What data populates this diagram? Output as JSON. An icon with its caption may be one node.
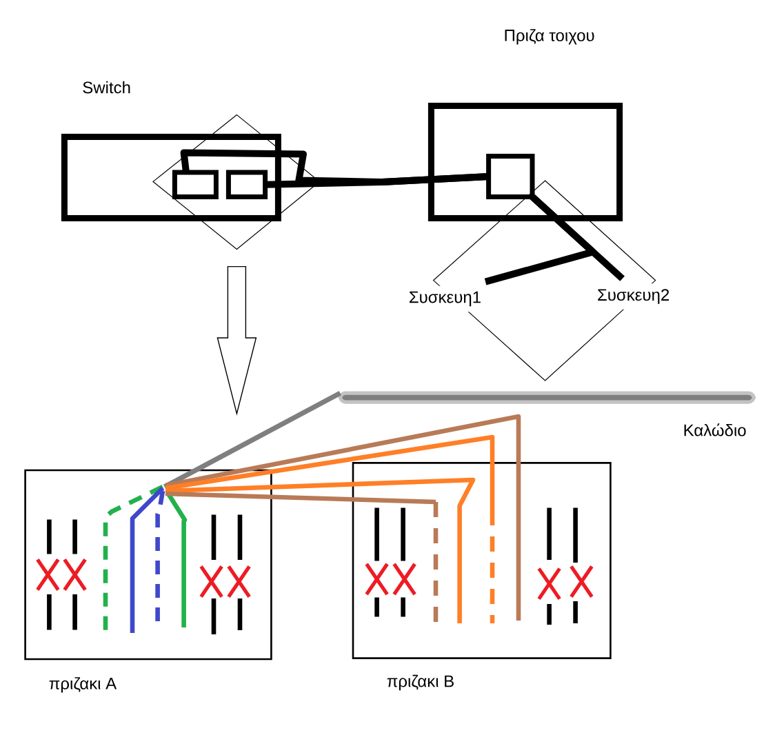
{
  "diagram": {
    "nodes": [
      {
        "text": [
          "Switch"
        ]
      },
      {
        "text": [],
        "shape": "box",
        "in": 0
      },
      {
        "text": [],
        "shape": "box",
        "in": 0
      },
      {
        "text": [
          "Πριζα τοιχου"
        ]
      },
      {
        "text": [],
        "shape": "box",
        "in": 3
      },
      {
        "text": [
          "Συσκευη1"
        ]
      },
      {
        "text": [
          "Συσκευη2"
        ]
      },
      {
        "text": [
          "Καλώδιο"
        ]
      },
      {
        "text": [
          "πριζακι A"
        ]
      },
      {
        "text": [
          "πριζακι B"
        ]
      }
    ],
    "edges": [
      {
        "from": 1,
        "to": 4,
        "arrow": "none"
      },
      {
        "from": 2,
        "to": 4,
        "arrow": "none"
      },
      {
        "from": 4,
        "to": 6,
        "arrow": "none"
      },
      {
        "from": 4,
        "to": 5,
        "arrow": "none"
      },
      {
        "from": 0,
        "to": 8,
        "arrow": "to"
      },
      {
        "from": 7,
        "to": 8,
        "arrow": "none",
        "color": "#7f7f7f"
      },
      {
        "from": 8,
        "to": 9,
        "arrow": "none",
        "color": "#b97a57"
      },
      {
        "from": 8,
        "to": 9,
        "arrow": "none",
        "color": "#ff7f27"
      },
      {
        "from": 8,
        "to": 9,
        "arrow": "none",
        "color": "#ff7f27"
      },
      {
        "from": 8,
        "to": 9,
        "arrow": "none",
        "color": "#b97a57"
      }
    ]
  }
}
